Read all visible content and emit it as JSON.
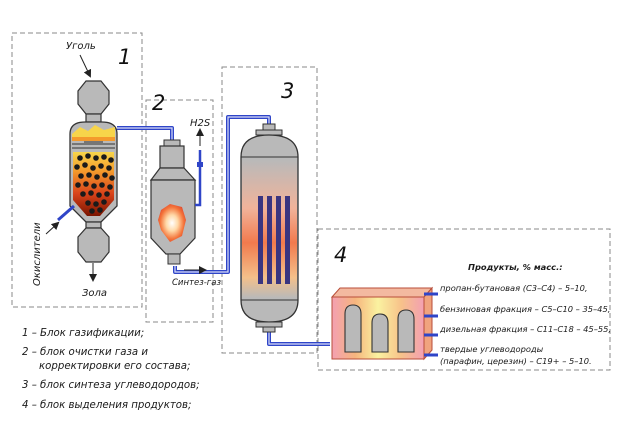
{
  "block_numbers": [
    "1",
    "2",
    "3",
    "4"
  ],
  "labels": {
    "coal": "Уголь",
    "oxidizers": "Окислители",
    "ash": "Зола",
    "h2s": "H2S",
    "syngas": "Синтез-газ"
  },
  "products": {
    "title": "Продукты, % масс.:",
    "items": [
      "пропан-бутановая (С3–С4) – 5–10,",
      "бензиновая фракция – С5–С10 – 35–45,",
      "дизельная фракция – С11–С18 – 45–55,",
      "твердые углеводороды",
      "(парафин, церезин) – С19+ – 5–10."
    ]
  },
  "legend": [
    "1 – Блок газификации;",
    "2 – блок очистки газа и",
    "корректировки его состава;",
    "3 – блок синтеза углеводородов;",
    "4 – блок выделения продуктов;"
  ],
  "colors": {
    "pipe": "#2f45c8",
    "vessel": "#b9b9b9",
    "outline": "#333333",
    "frame": "#8a8a8a",
    "coal_particle": "#1a1a1a"
  }
}
